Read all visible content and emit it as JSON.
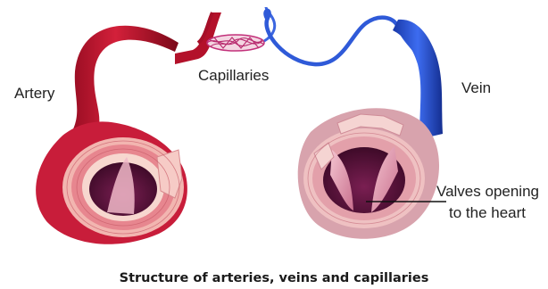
{
  "labels": {
    "artery": "Artery",
    "capillaries": "Capillaries",
    "vein": "Vein",
    "valves_line1": "Valves opening",
    "valves_line2": "to the heart"
  },
  "caption": "Structure of arteries, veins and capillaries",
  "colors": {
    "artery_red": "#c4122f",
    "artery_tissue": "#e89aa0",
    "vein_blue": "#2a56d6",
    "vein_tissue": "#d8a9b0",
    "lumen_dark": "#5a0f3a",
    "capillary_pink": "#c2307a"
  }
}
